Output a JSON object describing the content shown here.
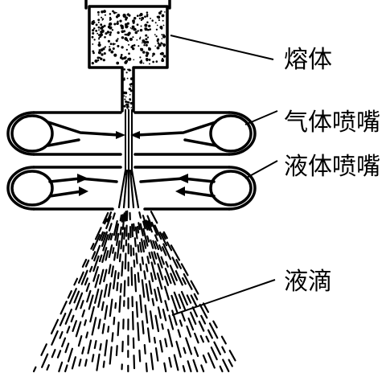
{
  "labels": {
    "melt": "熔体",
    "gas_nozzle": "气体喷嘴",
    "liquid_nozzle": "液体喷嘴",
    "droplets": "液滴"
  },
  "colors": {
    "ink": "#000000",
    "background": "#ffffff"
  }
}
